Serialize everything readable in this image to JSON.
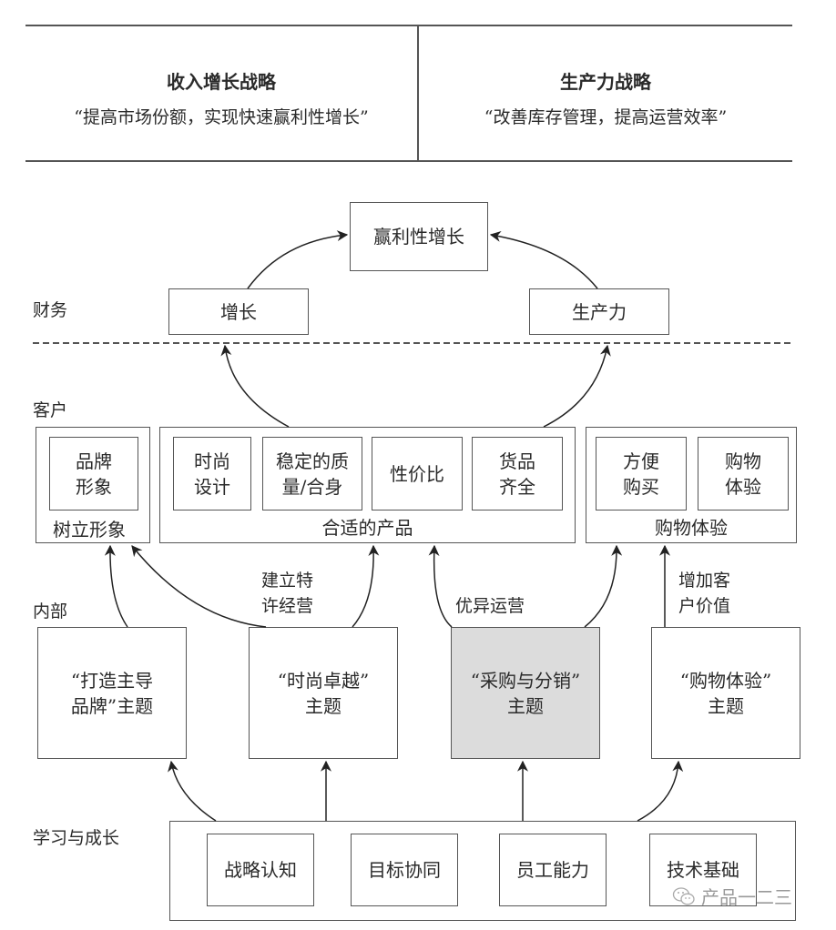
{
  "strategies": {
    "left": {
      "title": "收入增长战略",
      "description": "“提高市场份额，实现快速赢利性增长”"
    },
    "right": {
      "title": "生产力战略",
      "description": "“改善库存管理，提高运营效率”"
    }
  },
  "layers": {
    "finance": "财务",
    "customer": "客户",
    "internal": "内部",
    "learning": "学习与成长"
  },
  "finance": {
    "top": "赢利性增长",
    "growth": "增长",
    "productivity": "生产力"
  },
  "customer": {
    "image_group": {
      "label": "树立形象",
      "items": [
        "品牌\n形象"
      ]
    },
    "product_group": {
      "label": "合适的产品",
      "items": [
        "时尚\n设计",
        "稳定的质\n量/合身",
        "性价比",
        "货品\n齐全"
      ]
    },
    "experience_group": {
      "label": "购物体验",
      "items": [
        "方便\n购买",
        "购物\n体验"
      ]
    }
  },
  "internal": {
    "themes": [
      {
        "label": "“打造主导\n品牌”主题",
        "highlighted": false
      },
      {
        "label": "“时尚卓越”\n主题",
        "highlighted": false
      },
      {
        "label": "“采购与分销”\n主题",
        "highlighted": true
      },
      {
        "label": "“购物体验”\n主题",
        "highlighted": false
      }
    ],
    "edge_labels": {
      "franchise": "建立特\n许经营",
      "operations": "优异运营",
      "customer_value": "增加客\n户价值"
    }
  },
  "learning": {
    "items": [
      "战略认知",
      "目标协同",
      "员工能力",
      "技术基础"
    ]
  },
  "watermark": {
    "icon": "wechat-icon",
    "text": "产品一二三"
  },
  "colors": {
    "line": "#555555",
    "highlight_fill": "#dcdcdc"
  }
}
